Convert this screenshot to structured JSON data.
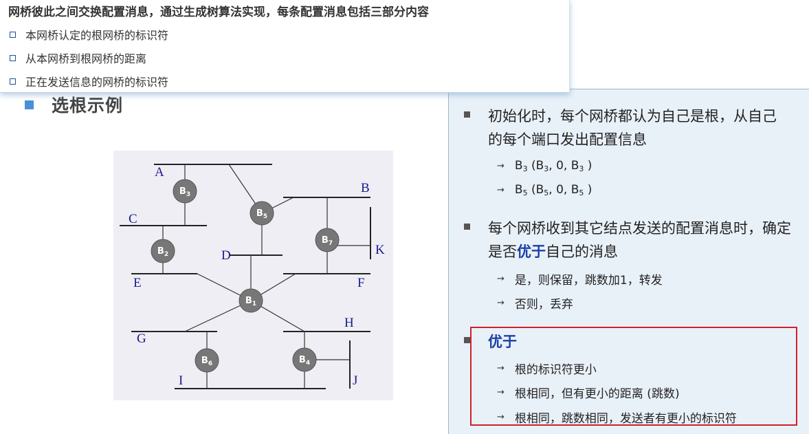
{
  "overlay": {
    "title": "网桥彼此之间交换配置消息，通过生成树算法实现，每条配置消息包括三部分内容",
    "items": [
      "本网桥认定的根网桥的标识符",
      "从本网桥到根网桥的距离",
      "正在发送信息的网桥的标识符"
    ]
  },
  "slide": {
    "heading": "选根示例"
  },
  "diagram": {
    "lans": [
      "A",
      "B",
      "C",
      "D",
      "E",
      "F",
      "G",
      "H",
      "I",
      "J",
      "K"
    ],
    "bridges": [
      {
        "id": "B3",
        "base": "B",
        "sub": "3"
      },
      {
        "id": "B5",
        "base": "B",
        "sub": "5"
      },
      {
        "id": "B7",
        "base": "B",
        "sub": "7"
      },
      {
        "id": "B2",
        "base": "B",
        "sub": "2"
      },
      {
        "id": "B1",
        "base": "B",
        "sub": "1"
      },
      {
        "id": "B6",
        "base": "B",
        "sub": "6"
      },
      {
        "id": "B4",
        "base": "B",
        "sub": "4"
      }
    ]
  },
  "right": {
    "item1": "初始化时，每个网桥都认为自己是根，从自己的每个端口发出配置信息",
    "item1_subs": [
      {
        "b": "B",
        "bs": "3",
        "p1": " (B",
        "p1s": "3",
        "p2": ", 0, B",
        "p2s": "3",
        "p3": " )"
      },
      {
        "b": "B",
        "bs": "5",
        "p1": " (B",
        "p1s": "5",
        "p2": ", 0, B",
        "p2s": "5",
        "p3": " )"
      }
    ],
    "item2_a": "每个网桥收到其它结点发送的配置消息时，确定是否",
    "item2_hl": "优于",
    "item2_b": "自己的消息",
    "item2_subs": [
      "是，则保留，跳数加1，转发",
      "否则，丢弃"
    ],
    "item3": "优于",
    "item3_subs": [
      "根的标识符更小",
      "根相同，但有更小的距离 (跳数)",
      "根相同，跳数相同，发送者有更小的标识符"
    ],
    "arrow": "→"
  },
  "colors": {
    "accent": "#4a90d9",
    "highlight": "#1c3fa8",
    "box": "#d0202a",
    "panel_bg": "#e9f1f8"
  }
}
